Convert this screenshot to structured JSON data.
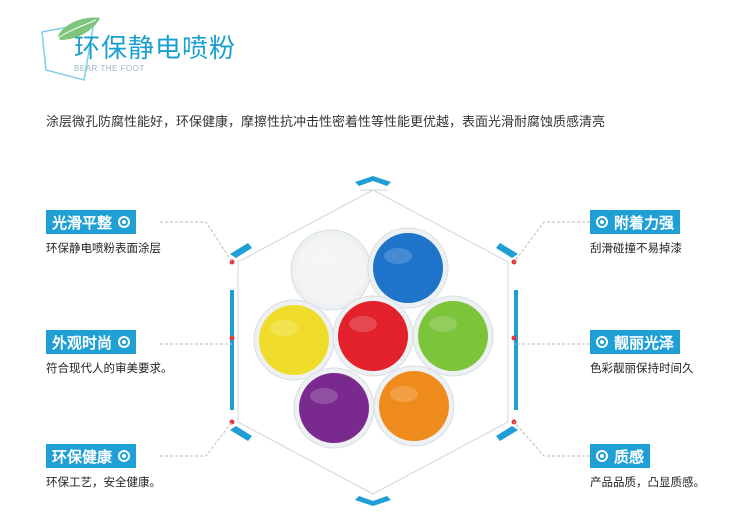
{
  "header": {
    "title": "环保静电喷粉",
    "subtitle": "BEAR THE FOOT"
  },
  "description": "涂层微孔防腐性能好，环保健康，摩擦性抗冲击性密着性等性能更优越，表面光滑耐腐蚀质感清亮",
  "features": {
    "left": [
      {
        "title": "光滑平整",
        "caption": "环保静电喷粉表面涂层"
      },
      {
        "title": "外观时尚",
        "caption": "符合现代人的审美要求。"
      },
      {
        "title": "环保健康",
        "caption": "环保工艺，安全健康。"
      }
    ],
    "right": [
      {
        "title": "附着力强",
        "caption": "刮滑碰撞不易掉漆"
      },
      {
        "title": "靓丽光泽",
        "caption": "色彩靓丽保持时间久"
      },
      {
        "title": "质感",
        "caption": "产品品质，凸显质感。"
      }
    ]
  },
  "colors": {
    "accent": "#1e9fd6",
    "leaf": "#7cc57a",
    "powders": [
      "#f4f4f2",
      "#1f73c9",
      "#f0dc2a",
      "#e2212b",
      "#7cc43a",
      "#7a2a8f",
      "#ef8a1c"
    ]
  }
}
